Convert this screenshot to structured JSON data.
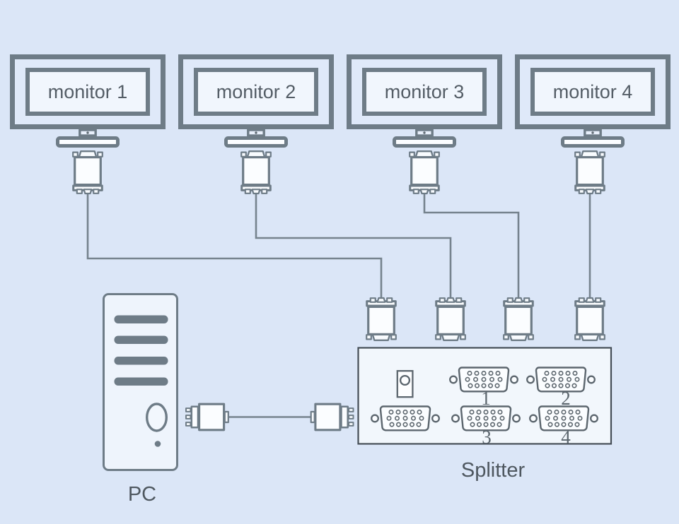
{
  "colors": {
    "background": "#dbe6f7",
    "outline": "#6e7c87",
    "box_border": "#454e57",
    "cable": "#76838e",
    "label_text": "#545d66",
    "shape_fill": "#fbfdff"
  },
  "monitors": [
    {
      "label": "monitor 1"
    },
    {
      "label": "monitor 2"
    },
    {
      "label": "monitor 3"
    },
    {
      "label": "monitor 4"
    }
  ],
  "pc": {
    "label": "PC"
  },
  "splitter": {
    "label": "Splitter",
    "ports": {
      "output_1": "1",
      "output_2": "2",
      "output_3": "3",
      "output_4": "4"
    }
  }
}
